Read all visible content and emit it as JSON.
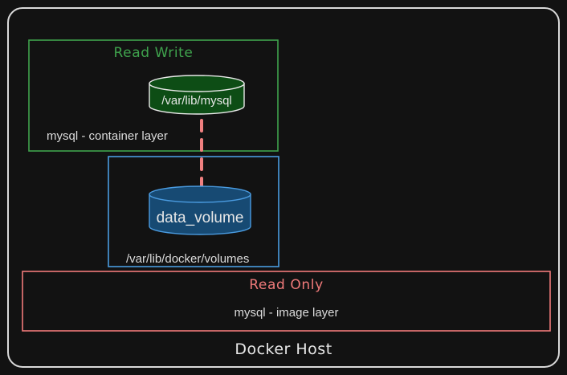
{
  "host": {
    "label": "Docker Host"
  },
  "read_write": {
    "label": "Read Write",
    "layer_label": "mysql - container layer",
    "mount_path": "/var/lib/mysql",
    "color": "#3fa34d"
  },
  "volume": {
    "name": "data_volume",
    "path": "/var/lib/docker/volumes",
    "color": "#4a9be0"
  },
  "read_only": {
    "label": "Read Only",
    "layer_label": "mysql - image layer",
    "color": "#f07a7a"
  },
  "link_color": "#f08080"
}
